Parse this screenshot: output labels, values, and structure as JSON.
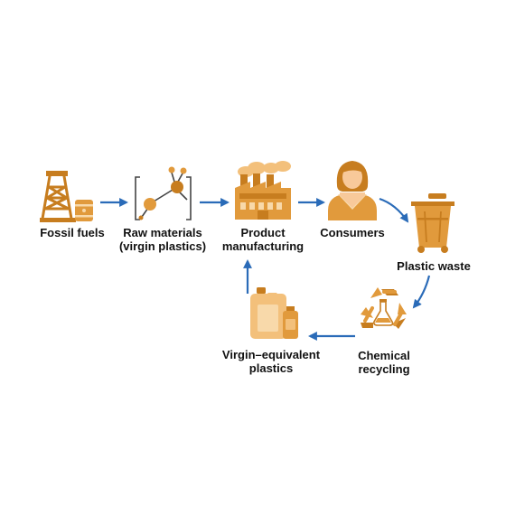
{
  "colors": {
    "dark": "#c77d1f",
    "mid": "#e19a3c",
    "light": "#f3c07b",
    "pale": "#f8d9aa",
    "skin": "#f8c99a",
    "arrow": "#2a6bb8",
    "text": "#111111"
  },
  "nodes": {
    "fossil_fuels": {
      "lines": [
        "Fossil fuels"
      ],
      "icon": "oil-derrick-and-barrel-icon"
    },
    "raw_materials": {
      "lines": [
        "Raw materials",
        "(virgin plastics)"
      ],
      "icon": "molecule-icon"
    },
    "product_manufacturing": {
      "lines": [
        "Product",
        "manufacturing"
      ],
      "icon": "factory-icon"
    },
    "consumers": {
      "lines": [
        "Consumers"
      ],
      "icon": "person-icon"
    },
    "plastic_waste": {
      "lines": [
        "Plastic waste"
      ],
      "icon": "wheelie-bin-icon"
    },
    "chemical_recycling": {
      "lines": [
        "Chemical",
        "recycling"
      ],
      "icon": "recycling-flask-icon"
    },
    "virgin_equivalent_plastics": {
      "lines": [
        "Virgin–equivalent",
        "plastics"
      ],
      "icon": "plastic-containers-icon"
    }
  }
}
